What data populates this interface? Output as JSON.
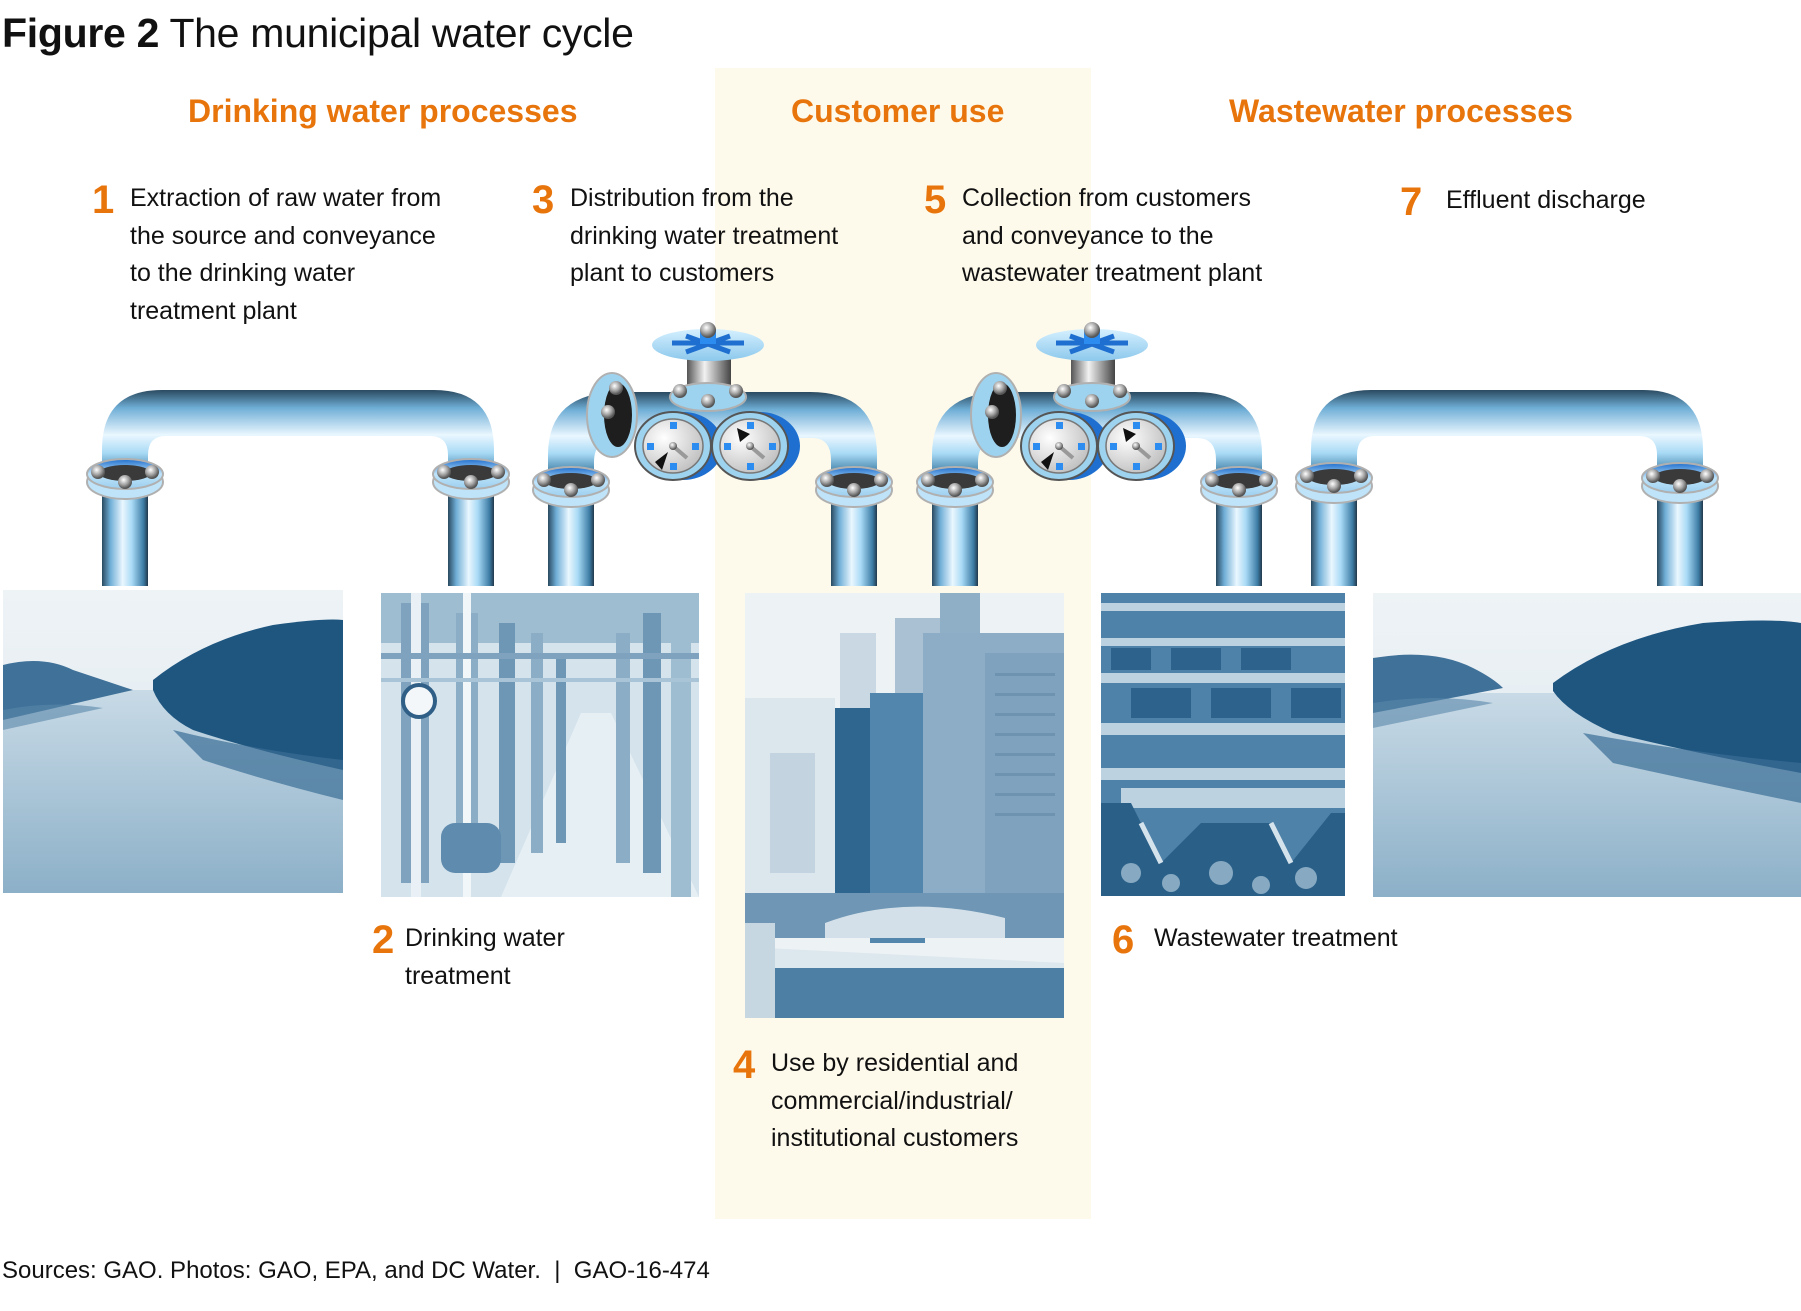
{
  "figure": {
    "label": "Figure 2",
    "title": "The municipal water cycle"
  },
  "sections": [
    {
      "id": "drinking",
      "label": "Drinking water processes"
    },
    {
      "id": "customer",
      "label": "Customer use"
    },
    {
      "id": "wastewater",
      "label": "Wastewater processes"
    }
  ],
  "steps": [
    {
      "number": "1",
      "text": "Extraction of raw water from the source and conveyance to the drinking water treatment plant",
      "lines": [
        "Extraction of raw water from",
        "the source and conveyance",
        "to the drinking water",
        "treatment plant"
      ]
    },
    {
      "number": "2",
      "text": "Drinking water treatment",
      "lines": [
        "Drinking water",
        "treatment"
      ]
    },
    {
      "number": "3",
      "text": "Distribution from the drinking water treatment plant to customers",
      "lines": [
        "Distribution from the",
        "drinking water treatment",
        "plant to customers"
      ]
    },
    {
      "number": "4",
      "text": "Use by residential and commercial/industrial/institutional customers",
      "lines": [
        "Use by residential and",
        "commercial/industrial/",
        "institutional customers"
      ]
    },
    {
      "number": "5",
      "text": "Collection from customers and conveyance to the wastewater treatment plant",
      "lines": [
        "Collection from customers",
        "and conveyance to the",
        "wastewater treatment plant"
      ]
    },
    {
      "number": "6",
      "text": "Wastewater treatment",
      "lines": [
        "Wastewater treatment"
      ]
    },
    {
      "number": "7",
      "text": "Effluent discharge",
      "lines": [
        "Effluent discharge"
      ]
    }
  ],
  "photos": [
    {
      "id": "source-water",
      "subject": "river with reeds (raw water source)"
    },
    {
      "id": "drinking-plant",
      "subject": "drinking water treatment plant piping corridor"
    },
    {
      "id": "city",
      "subject": "city skyline with highway (customers)"
    },
    {
      "id": "wastewater-plant",
      "subject": "wastewater treatment basins"
    },
    {
      "id": "discharge-water",
      "subject": "river with reeds (effluent discharge)"
    }
  ],
  "illustrations": {
    "pipes": [
      "pipe-arch",
      "pipe-valve-meter",
      "pipe-valve-meter",
      "pipe-arch"
    ]
  },
  "colors": {
    "accent": "#E8740C",
    "band": "#FEFAEB",
    "photo_tint": "#2E6A96",
    "pipe": "#9FD4F2"
  },
  "footer": {
    "text": "Sources: GAO. Photos: GAO, EPA, and DC Water.  |  GAO-16-474"
  }
}
